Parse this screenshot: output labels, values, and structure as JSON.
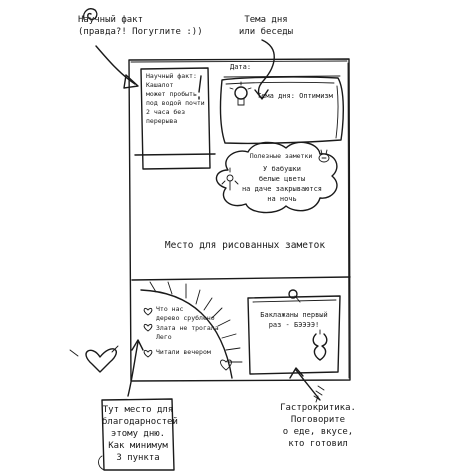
{
  "annotations": {
    "fun_fact_hint": "Научный факт\n(правда?! Погуглите :))",
    "topic_hint": "Тема дня\nили беседы",
    "gratitude_hint": "Тут место для\nблагодарностей\nэтому дню.\nКак минимум\n3 пункта",
    "gastro_hint": "Гастрокритика.\nПоговорите\nо еде, вкусе,\nкто готовил"
  },
  "page": {
    "date_label": "Дата:",
    "fun_fact": "Научный факт:\nКашалот\nможет пробыть\nпод водой почти\n2 часа без\nперерыва",
    "topic": "Тема дня: Оптимизм",
    "notes_title": "Полезные заметки",
    "notes_text": "У бабушки\nбелые цветы\nна даче закрываются\nна ночь",
    "drawing_area": "Место для рисованных заметок",
    "gratitude_items": [
      "Что нас\nдерево срублено",
      "Злата не трогала\nЛего",
      "Читали вечером"
    ],
    "gastro_note": "Баклажаны первый\nраз - БЭЭЭЭ!"
  }
}
